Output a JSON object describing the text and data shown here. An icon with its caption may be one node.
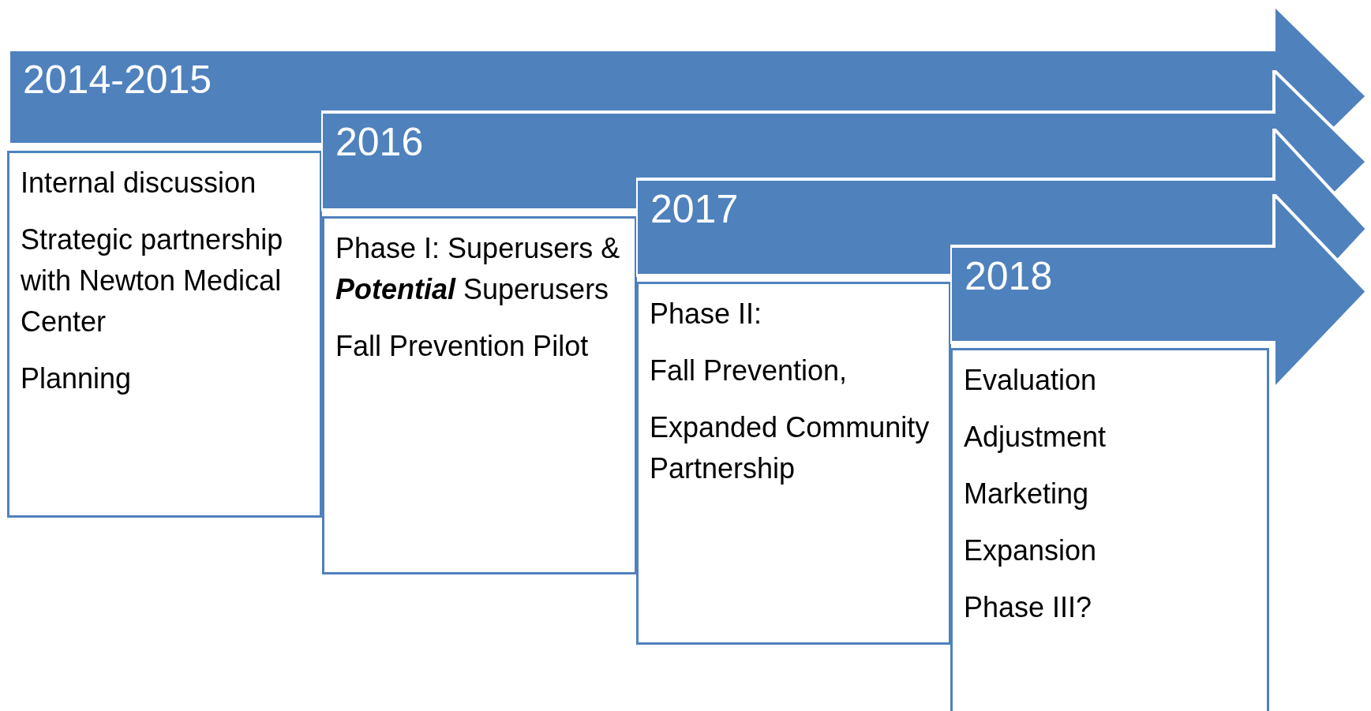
{
  "diagram": {
    "nodes": [
      {
        "text": [
          "2014-2015"
        ]
      },
      {
        "text": [
          "Internal discussion",
          "Strategic partnership with Newton Medical Center",
          "Planning"
        ]
      },
      {
        "text": [
          "2016"
        ]
      },
      {
        "text": [
          "Phase I: Superusers & **Potential** Superusers",
          "Fall Prevention Pilot"
        ]
      },
      {
        "text": [
          "2017"
        ]
      },
      {
        "text": [
          "Phase II:",
          "Fall Prevention,",
          "Expanded Community Partnership"
        ]
      },
      {
        "text": [
          "2018"
        ]
      },
      {
        "text": [
          "Evaluation",
          "Adjustment",
          "Marketing",
          "Expansion",
          "Phase III?"
        ]
      }
    ]
  }
}
